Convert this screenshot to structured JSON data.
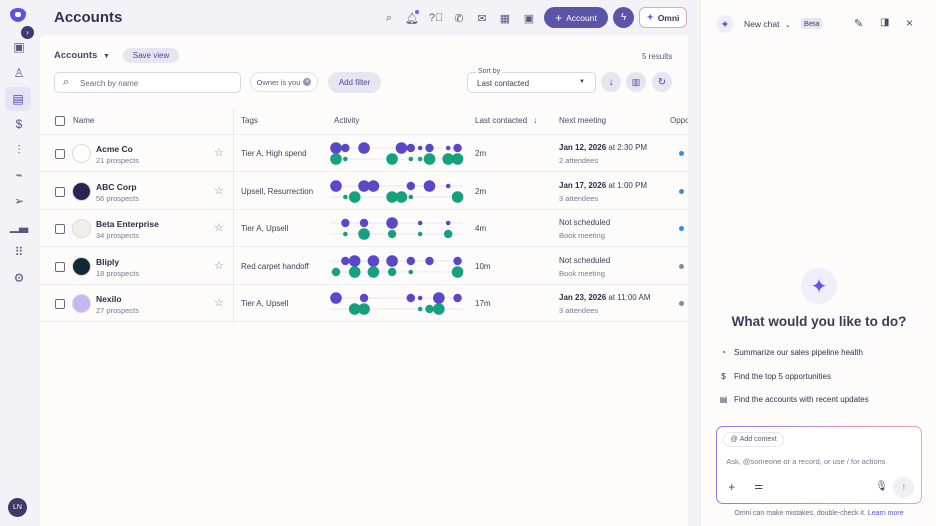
{
  "sidebar": {
    "avatar": "LN",
    "icons": [
      "layout-icon",
      "person-icon",
      "briefcase-icon",
      "dollar-icon",
      "waveform-icon",
      "activity-monitor-icon",
      "send-icon",
      "bar-chart-icon",
      "grid-icon",
      "gear-icon"
    ]
  },
  "header": {
    "title": "Accounts",
    "add_account": "Account",
    "omni": "Omni"
  },
  "toolbar": {
    "view": "Accounts",
    "save_view": "Save view",
    "results": "5 results",
    "search_placeholder": "Search by name",
    "filter_chip": "Owner is you",
    "add_filter": "Add filter",
    "sort_label": "Sort by",
    "sort_value": "Last contacted"
  },
  "columns": {
    "name": "Name",
    "tags": "Tags",
    "activity": "Activity",
    "last_contacted": "Last contacted",
    "next_meeting": "Next meeting",
    "opportunity": "Oppo"
  },
  "colors": {
    "accent": "#5b54a8",
    "purple_dot": "#5a48c8",
    "green_dot": "#15a07e"
  },
  "rows": [
    {
      "name": "Acme Co",
      "prospects": "21 prospects",
      "tags": "Tier A, High spend",
      "last": "2m",
      "meeting_date": "Jan 12, 2026",
      "meeting_time": "at 2:30 PM",
      "meeting_sub": "2 attendees",
      "logo_color": "#fff",
      "opp_color": "#2f8fe0",
      "purple": [
        [
          0,
          3
        ],
        [
          1,
          2
        ],
        [
          3,
          3
        ],
        [
          7,
          3
        ],
        [
          8,
          2
        ],
        [
          9,
          1
        ],
        [
          10,
          2
        ],
        [
          12,
          1
        ],
        [
          13,
          2
        ]
      ],
      "green": [
        [
          0,
          3
        ],
        [
          1,
          1
        ],
        [
          6,
          3
        ],
        [
          8,
          1
        ],
        [
          9,
          1
        ],
        [
          10,
          3
        ],
        [
          12,
          3
        ],
        [
          13,
          3
        ]
      ]
    },
    {
      "name": "ABC Corp",
      "prospects": "56 prospects",
      "tags": "Upsell, Resurrection",
      "last": "2m",
      "meeting_date": "Jan 17, 2026",
      "meeting_time": "at 1:00 PM",
      "meeting_sub": "3 attendees",
      "logo_color": "#2a2550",
      "opp_color": "#2f8fe0",
      "purple": [
        [
          0,
          3
        ],
        [
          3,
          3
        ],
        [
          4,
          3
        ],
        [
          8,
          2
        ],
        [
          10,
          3
        ],
        [
          12,
          1
        ]
      ],
      "green": [
        [
          1,
          1
        ],
        [
          2,
          3
        ],
        [
          6,
          3
        ],
        [
          7,
          3
        ],
        [
          8,
          1
        ],
        [
          13,
          3
        ]
      ]
    },
    {
      "name": "Beta Enterprise",
      "prospects": "34 prospects",
      "tags": "Tier A, Upsell",
      "last": "4m",
      "meeting_date": "",
      "meeting_time": "Not scheduled",
      "meeting_sub": "Book meeting",
      "logo_color": "#f1ede8",
      "opp_color": "#2f8fe0",
      "purple": [
        [
          1,
          2
        ],
        [
          3,
          2
        ],
        [
          6,
          3
        ],
        [
          9,
          1
        ],
        [
          12,
          1
        ]
      ],
      "green": [
        [
          1,
          1
        ],
        [
          3,
          3
        ],
        [
          6,
          2
        ],
        [
          9,
          1
        ],
        [
          12,
          2
        ]
      ]
    },
    {
      "name": "Bliply",
      "prospects": "18 prospects",
      "tags": "Red carpet handoff",
      "last": "10m",
      "meeting_date": "",
      "meeting_time": "Not scheduled",
      "meeting_sub": "Book meeting",
      "logo_color": "#0f2a36",
      "opp_color": "#8a89a3",
      "purple": [
        [
          1,
          2
        ],
        [
          2,
          3
        ],
        [
          4,
          3
        ],
        [
          6,
          3
        ],
        [
          8,
          2
        ],
        [
          10,
          2
        ],
        [
          13,
          2
        ]
      ],
      "green": [
        [
          0,
          2
        ],
        [
          2,
          3
        ],
        [
          4,
          3
        ],
        [
          6,
          2
        ],
        [
          8,
          1
        ],
        [
          13,
          3
        ]
      ]
    },
    {
      "name": "Nexilo",
      "prospects": "27 prospects",
      "tags": "Tier A, Upsell",
      "last": "17m",
      "meeting_date": "Jan 23, 2026",
      "meeting_time": "at 11:00 AM",
      "meeting_sub": "3 attendees",
      "logo_color": "#c9b6f0",
      "opp_color": "#8a89a3",
      "purple": [
        [
          0,
          3
        ],
        [
          3,
          2
        ],
        [
          8,
          2
        ],
        [
          9,
          1
        ],
        [
          11,
          3
        ],
        [
          13,
          2
        ]
      ],
      "green": [
        [
          2,
          3
        ],
        [
          3,
          3
        ],
        [
          9,
          1
        ],
        [
          10,
          2
        ],
        [
          11,
          3
        ]
      ]
    }
  ],
  "chat": {
    "title": "New chat",
    "badge": "Beta",
    "heading": "What would you like to do?",
    "suggestions": [
      {
        "icon": "gauge-icon",
        "glyph": "◔",
        "label": "Summarize our sales pipeline health"
      },
      {
        "icon": "dollar-icon",
        "glyph": "$",
        "label": "Find the top 5 opportunities"
      },
      {
        "icon": "briefcase-icon",
        "glyph": "▤",
        "label": "Find the accounts with recent updates"
      }
    ],
    "add_context": "Add context",
    "placeholder": "Ask, @someone or a record, or use / for actions",
    "disclaimer": "Omni can make mistakes, double-check it.",
    "learn_more": "Learn more"
  }
}
